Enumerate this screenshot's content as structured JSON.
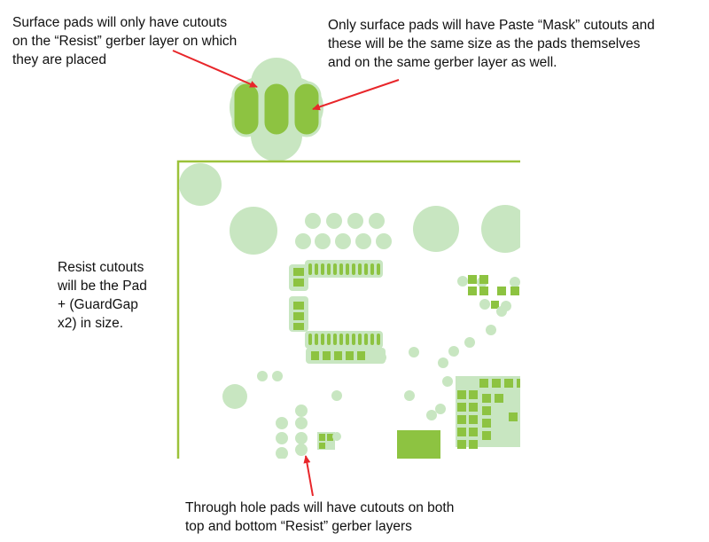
{
  "annotations": {
    "surface_pads": {
      "lines": [
        "Surface pads will only have cutouts",
        "on the “Resist” gerber layer on which",
        "they are placed"
      ]
    },
    "paste_mask": {
      "lines": [
        "Only surface pads will have Paste “Mask” cutouts and",
        "these will be the same size as the pads themselves",
        "and on the same gerber layer as well."
      ]
    },
    "resist_size": {
      "lines": [
        "Resist cutouts",
        "will be the Pad",
        "+ (GuardGap",
        "x2) in size."
      ]
    },
    "through_hole": {
      "lines": [
        "Through hole pads will have cutouts on both",
        "top and bottom “Resist” gerber layers"
      ]
    }
  },
  "colors": {
    "pad_green": "#8dc341",
    "resist_light_green": "#c8e6c1",
    "board_outline": "#9cc23a",
    "arrow_red": "#e8262a"
  }
}
